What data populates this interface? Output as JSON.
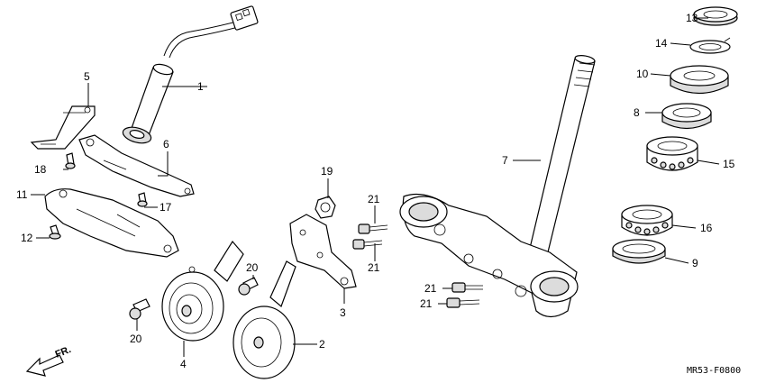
{
  "diagram": {
    "callouts": {
      "c1": "1",
      "c2": "2",
      "c3": "3",
      "c4": "4",
      "c5": "5",
      "c6": "6",
      "c7": "7",
      "c8": "8",
      "c9": "9",
      "c10": "10",
      "c11": "11",
      "c12": "12",
      "c13": "13",
      "c14": "14",
      "c15": "15",
      "c16": "16",
      "c17": "17",
      "c18": "18",
      "c19": "19",
      "c20a": "20",
      "c20b": "20",
      "c21a": "21",
      "c21b": "21",
      "c21c": "21",
      "c21d": "21"
    },
    "direction_label": "FR.",
    "diagram_code": "MR53-F0800"
  }
}
